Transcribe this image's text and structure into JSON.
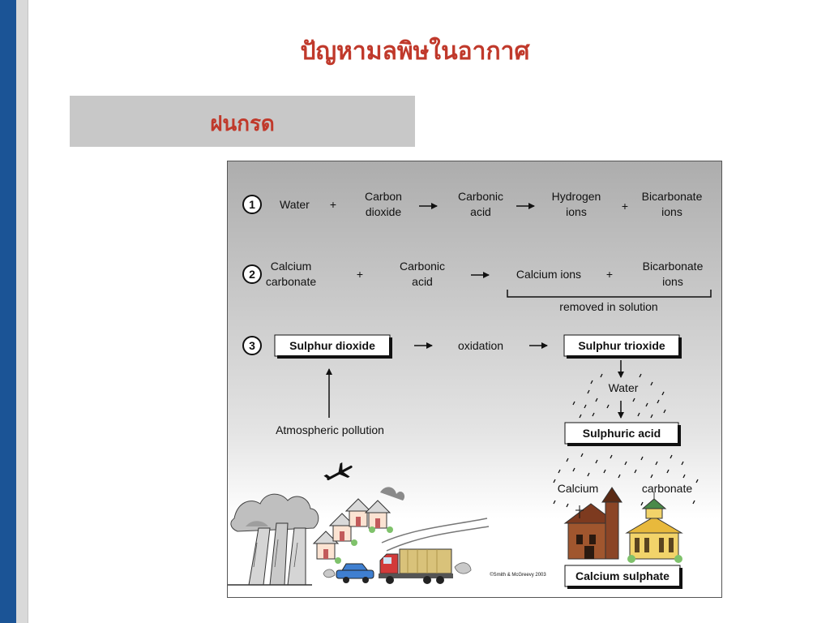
{
  "slide": {
    "title": "ปัญหามลพิษในอากาศ",
    "subtitle": "ฝนกรด"
  },
  "colors": {
    "title_red": "#c0392b",
    "side_bar_blue": "#1b5496",
    "subtitle_box_gray": "#c8c8c8"
  },
  "diagram": {
    "row1": {
      "number": "1",
      "water": "Water",
      "plus1": "+",
      "carbon_l1": "Carbon",
      "carbon_l2": "dioxide",
      "carbonic_l1": "Carbonic",
      "carbonic_l2": "acid",
      "hydrogen_l1": "Hydrogen",
      "hydrogen_l2": "ions",
      "plus2": "+",
      "bicarb_l1": "Bicarbonate",
      "bicarb_l2": "ions"
    },
    "row2": {
      "number": "2",
      "calcium_l1": "Calcium",
      "calcium_l2": "carbonate",
      "plus1": "+",
      "carbonic_l1": "Carbonic",
      "carbonic_l2": "acid",
      "calcium_ions": "Calcium ions",
      "plus2": "+",
      "bicarb_l1": "Bicarbonate",
      "bicarb_l2": "ions",
      "removed": "removed in solution"
    },
    "row3": {
      "number": "3",
      "sulphur_dioxide": "Sulphur dioxide",
      "oxidation": "oxidation",
      "sulphur_trioxide": "Sulphur trioxide",
      "water": "Water",
      "sulphuric_acid": "Sulphuric acid",
      "atmospheric_pollution": "Atmospheric pollution",
      "calcium": "Calcium",
      "carbonate": "carbonate",
      "calcium_sulphate": "Calcium sulphate",
      "copyright": "©Smith & McGreevy 2003"
    }
  }
}
